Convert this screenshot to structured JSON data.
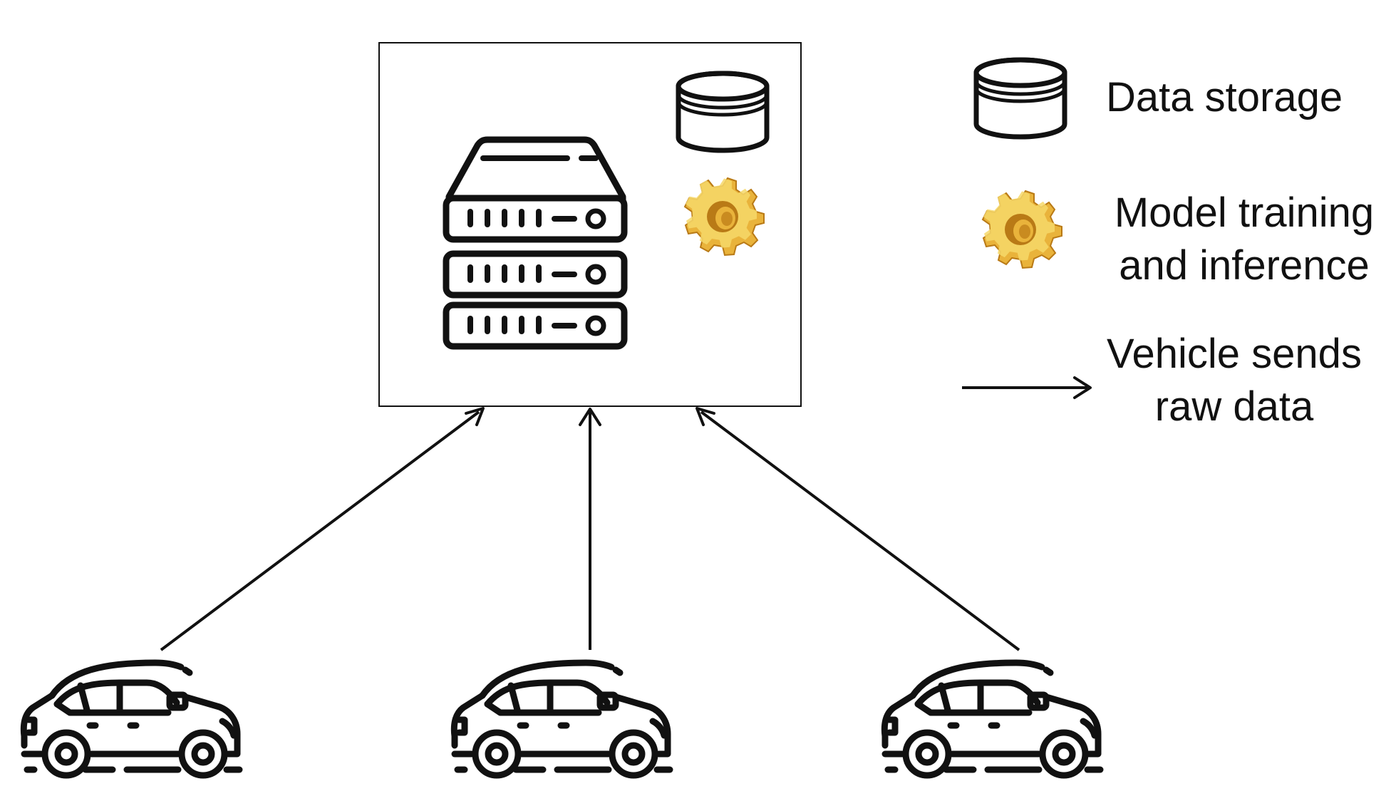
{
  "legend": {
    "data_storage_label": "Data storage",
    "model_label_line1": "Model training",
    "model_label_line2": "and inference",
    "arrow_label_line1": "Vehicle sends",
    "arrow_label_line2": "raw data"
  },
  "colors": {
    "stroke": "#111111",
    "gear_light": "#f6d86a",
    "gear_mid": "#e9b33b",
    "gear_dark": "#b97a16"
  },
  "nodes": {
    "server_icon": "server-rack-icon",
    "storage_icon": "database-icon",
    "gear_icon": "gear-icon",
    "vehicle_icon": "car-icon",
    "vehicle_count": 3
  }
}
